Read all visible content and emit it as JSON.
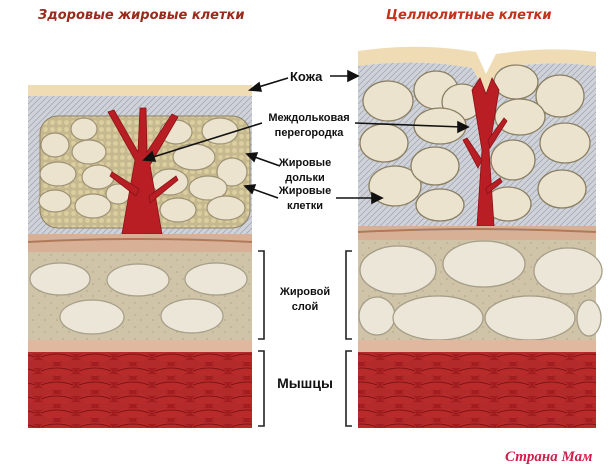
{
  "titles": {
    "healthy": "Здоровые жировые клетки",
    "cellulite": "Целлюлитные клетки"
  },
  "labels": {
    "skin": "Кожа",
    "septum_line1": "Междольковая",
    "septum_line2": "перегородка",
    "lobules_line1": "Жировые",
    "lobules_line2": "дольки",
    "cells_line1": "Жировые",
    "cells_line2": "клетки",
    "fat_layer_line1": "Жировой",
    "fat_layer_line2": "слой",
    "muscles": "Мышцы"
  },
  "watermark": "Страна Мам",
  "colors": {
    "skin": "#f0dcb4",
    "dermis": "#c9ccd3",
    "fat_cell": "#ebe3cd",
    "septum": "#b81e24",
    "fat_layer": "#cfc3a8",
    "fascia": "#d8b095",
    "muscle": "#a11d1f",
    "title_healthy": "#9c2a1c",
    "title_cellulite": "#c23319"
  }
}
